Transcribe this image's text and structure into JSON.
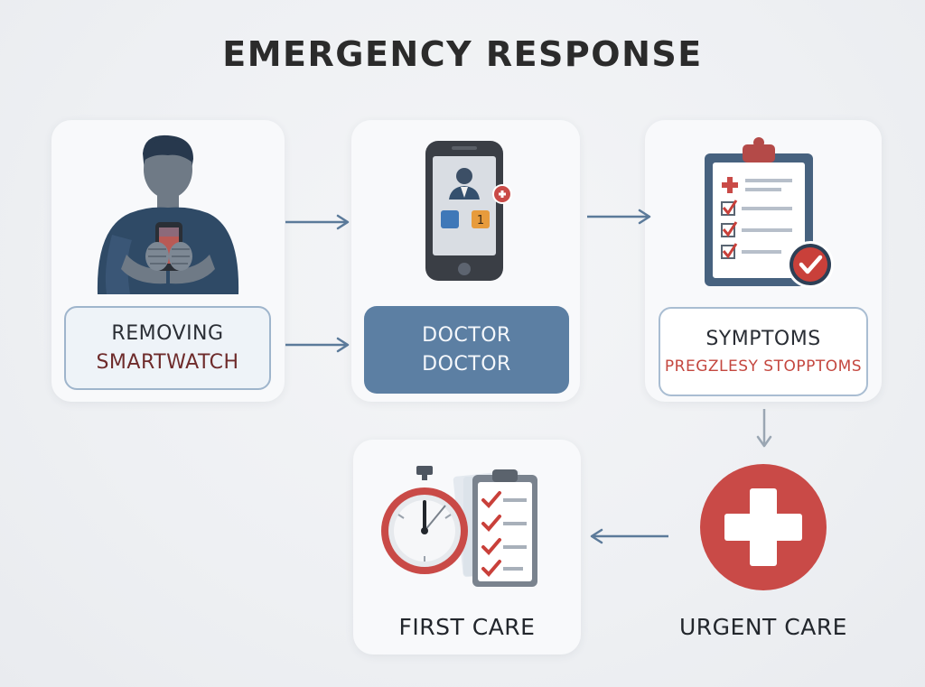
{
  "title": "EMERGENCY RESPONSE",
  "steps": [
    {
      "line1": "REMOVING",
      "line2": "SMARTWATCH",
      "icon": "person-phone-icon"
    },
    {
      "line1": "DOCTOR",
      "line2": "DOCTOR",
      "icon": "smartphone-doctor-icon"
    },
    {
      "line1": "SYMPTOMS",
      "line2": "PREGZLESY STOPPTOMS",
      "icon": "clipboard-checklist-icon"
    },
    {
      "line1": "URGENT CARE",
      "icon": "medical-cross-icon"
    },
    {
      "line1": "FIRST CARE",
      "icon": "stopwatch-checklist-icon"
    }
  ],
  "colors": {
    "accent_blue": "#5c7fa3",
    "arrow": "#5b7a9a",
    "medical_red": "#c94a47",
    "check_red": "#c9403a",
    "dark_navy": "#2f4a66"
  }
}
